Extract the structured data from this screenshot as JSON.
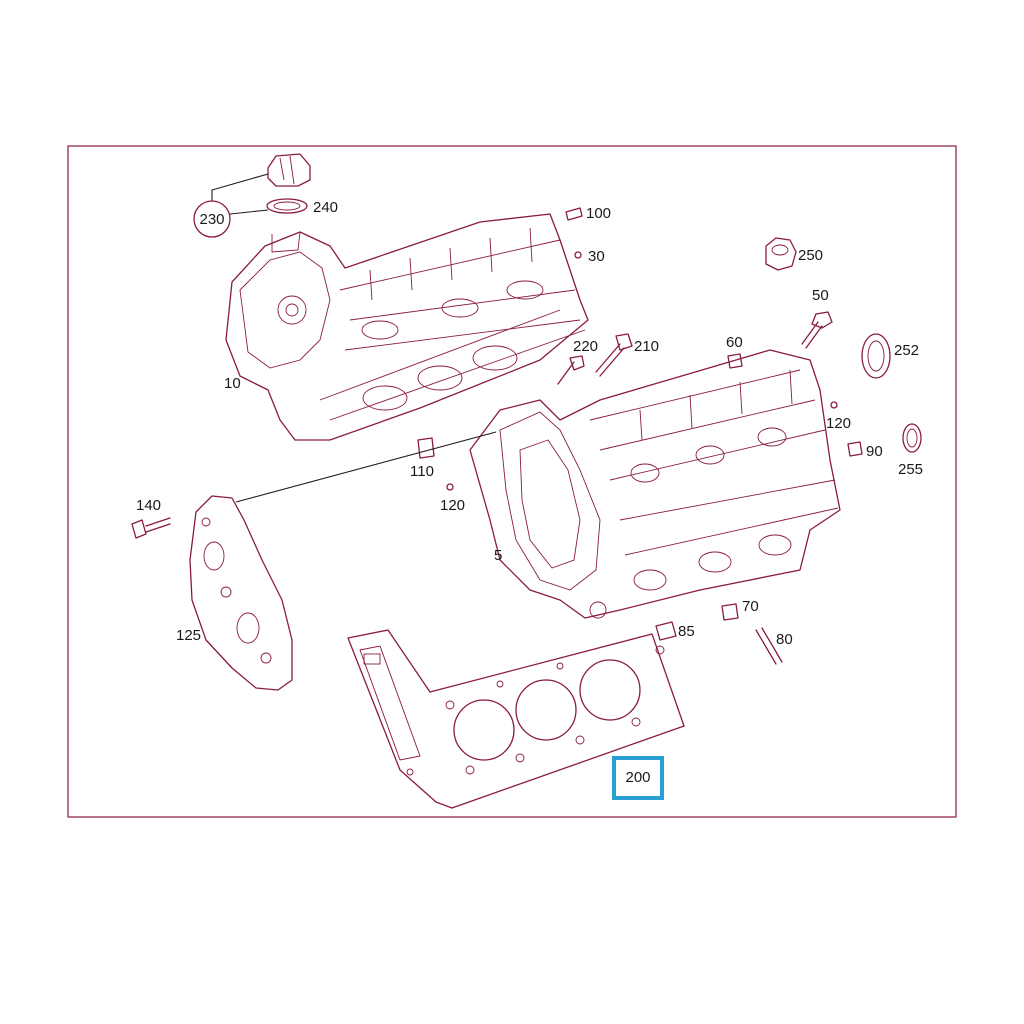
{
  "colors": {
    "line": "#8a1c3a",
    "highlight": "#2a9fd6",
    "text": "#1a1a1a"
  },
  "callouts": {
    "c5": "5",
    "c10": "10",
    "c30": "30",
    "c50": "50",
    "c60": "60",
    "c70": "70",
    "c80": "80",
    "c85": "85",
    "c90": "90",
    "c100": "100",
    "c110": "110",
    "c120a": "120",
    "c120b": "120",
    "c125": "125",
    "c140": "140",
    "c200": "200",
    "c210": "210",
    "c220": "220",
    "c230": "230",
    "c240": "240",
    "c250": "250",
    "c252": "252",
    "c255": "255"
  },
  "highlighted_callout": "200"
}
